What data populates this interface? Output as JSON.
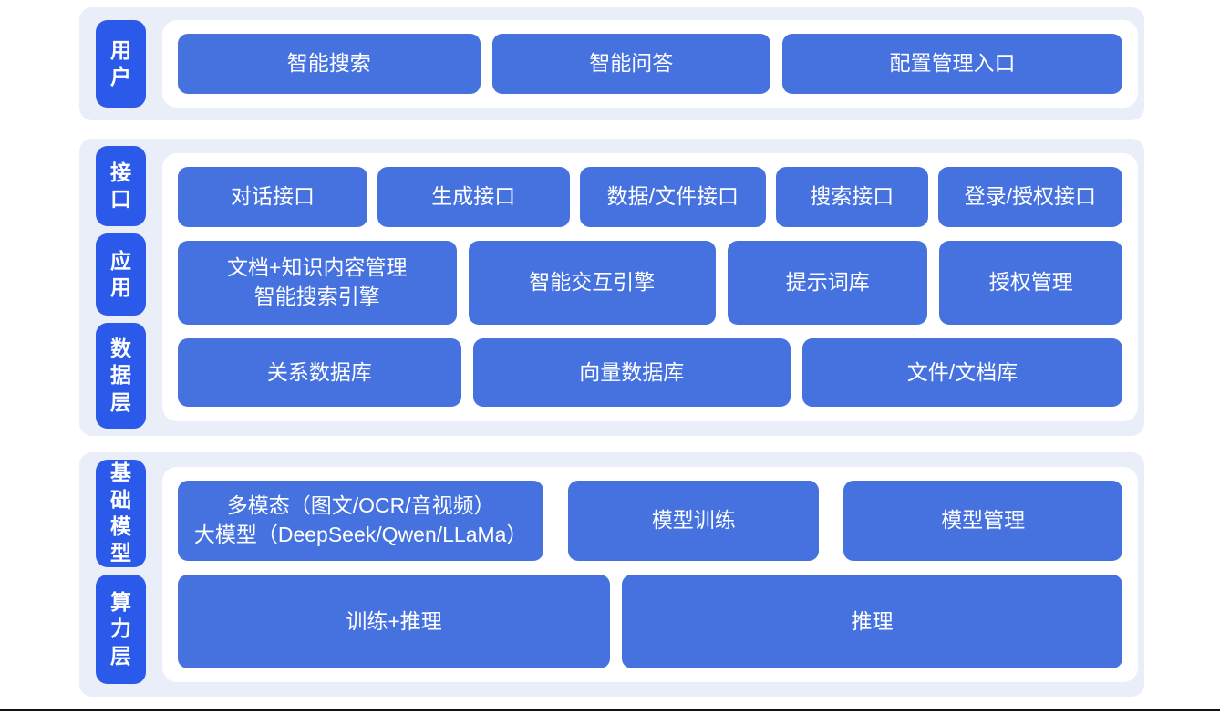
{
  "colors": {
    "layer_label_bg": "#2b59ea",
    "box_bg": "#4672e0",
    "panel_bg": "#e9eef8",
    "text": "#ffffff",
    "bottom_rule": "#121212"
  },
  "sections": [
    {
      "name": "user-layer",
      "labels": [
        {
          "text": "用户"
        }
      ],
      "rows": [
        {
          "boxes": [
            {
              "label": "智能搜索"
            },
            {
              "label": "智能问答"
            },
            {
              "label": "配置管理入口"
            }
          ]
        }
      ]
    },
    {
      "name": "interface-application-data-layers",
      "labels": [
        {
          "text": "接口"
        },
        {
          "text": "应用"
        },
        {
          "text": "数据层"
        }
      ],
      "rows": [
        {
          "boxes": [
            {
              "label": "对话接口"
            },
            {
              "label": "生成接口"
            },
            {
              "label": "数据/文件接口"
            },
            {
              "label": "搜索接口"
            },
            {
              "label": "登录/授权接口"
            }
          ]
        },
        {
          "boxes": [
            {
              "label": "文档+知识内容管理\n智能搜索引擎"
            },
            {
              "label": "智能交互引擎"
            },
            {
              "label": "提示词库"
            },
            {
              "label": "授权管理"
            }
          ]
        },
        {
          "boxes": [
            {
              "label": "关系数据库"
            },
            {
              "label": "向量数据库"
            },
            {
              "label": "文件/文档库"
            }
          ]
        }
      ]
    },
    {
      "name": "base-model-compute-layers",
      "labels": [
        {
          "text": "基础模型"
        },
        {
          "text": "算力层"
        }
      ],
      "rows": [
        {
          "boxes": [
            {
              "label": "多模态（图文/OCR/音视频）\n大模型（DeepSeek/Qwen/LLaMa）"
            },
            {
              "label": "模型训练"
            },
            {
              "label": "模型管理"
            }
          ]
        },
        {
          "boxes": [
            {
              "label": "训练+推理"
            },
            {
              "label": "推理"
            }
          ]
        }
      ]
    }
  ]
}
